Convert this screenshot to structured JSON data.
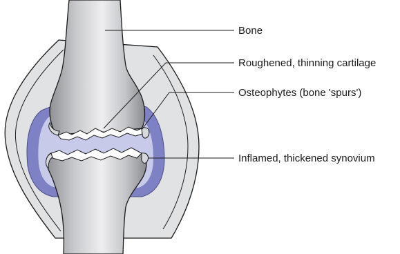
{
  "labels": {
    "bone": "Bone",
    "cartilage": "Roughened, thinning cartilage",
    "osteophytes": "Osteophytes (bone 'spurs')",
    "synovium": "Inflamed, thickened synovium"
  },
  "colors": {
    "capsule_fill": "#e1e2e4",
    "synovium": "#7e82c4",
    "synovial_fluid": "#c7cbe9",
    "bone_light": "#e8e8ea",
    "bone_dark": "#8d8f94",
    "cartilage": "#ffffff",
    "line": "#1a1a1a"
  }
}
